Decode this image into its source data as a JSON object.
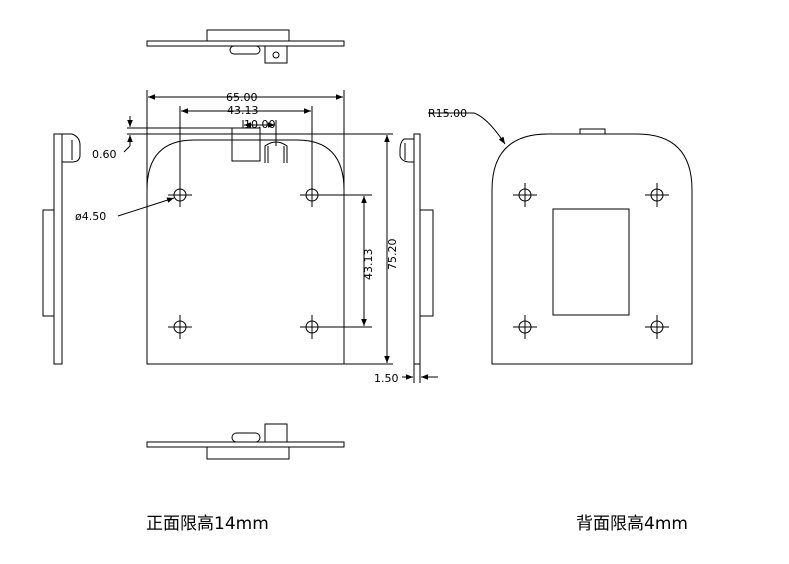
{
  "dimensions": {
    "width": "65.00",
    "hole_spacing_x": "43.13",
    "hole_spacing_y": "43.13",
    "component_gap": "10.00",
    "offset": "0.60",
    "hole_diameter": "ø4.50",
    "height": "75.20",
    "thickness": "1.50",
    "corner_radius": "R15.00"
  },
  "captions": {
    "front": "正面限高14mm",
    "back": "背面限高4mm"
  }
}
